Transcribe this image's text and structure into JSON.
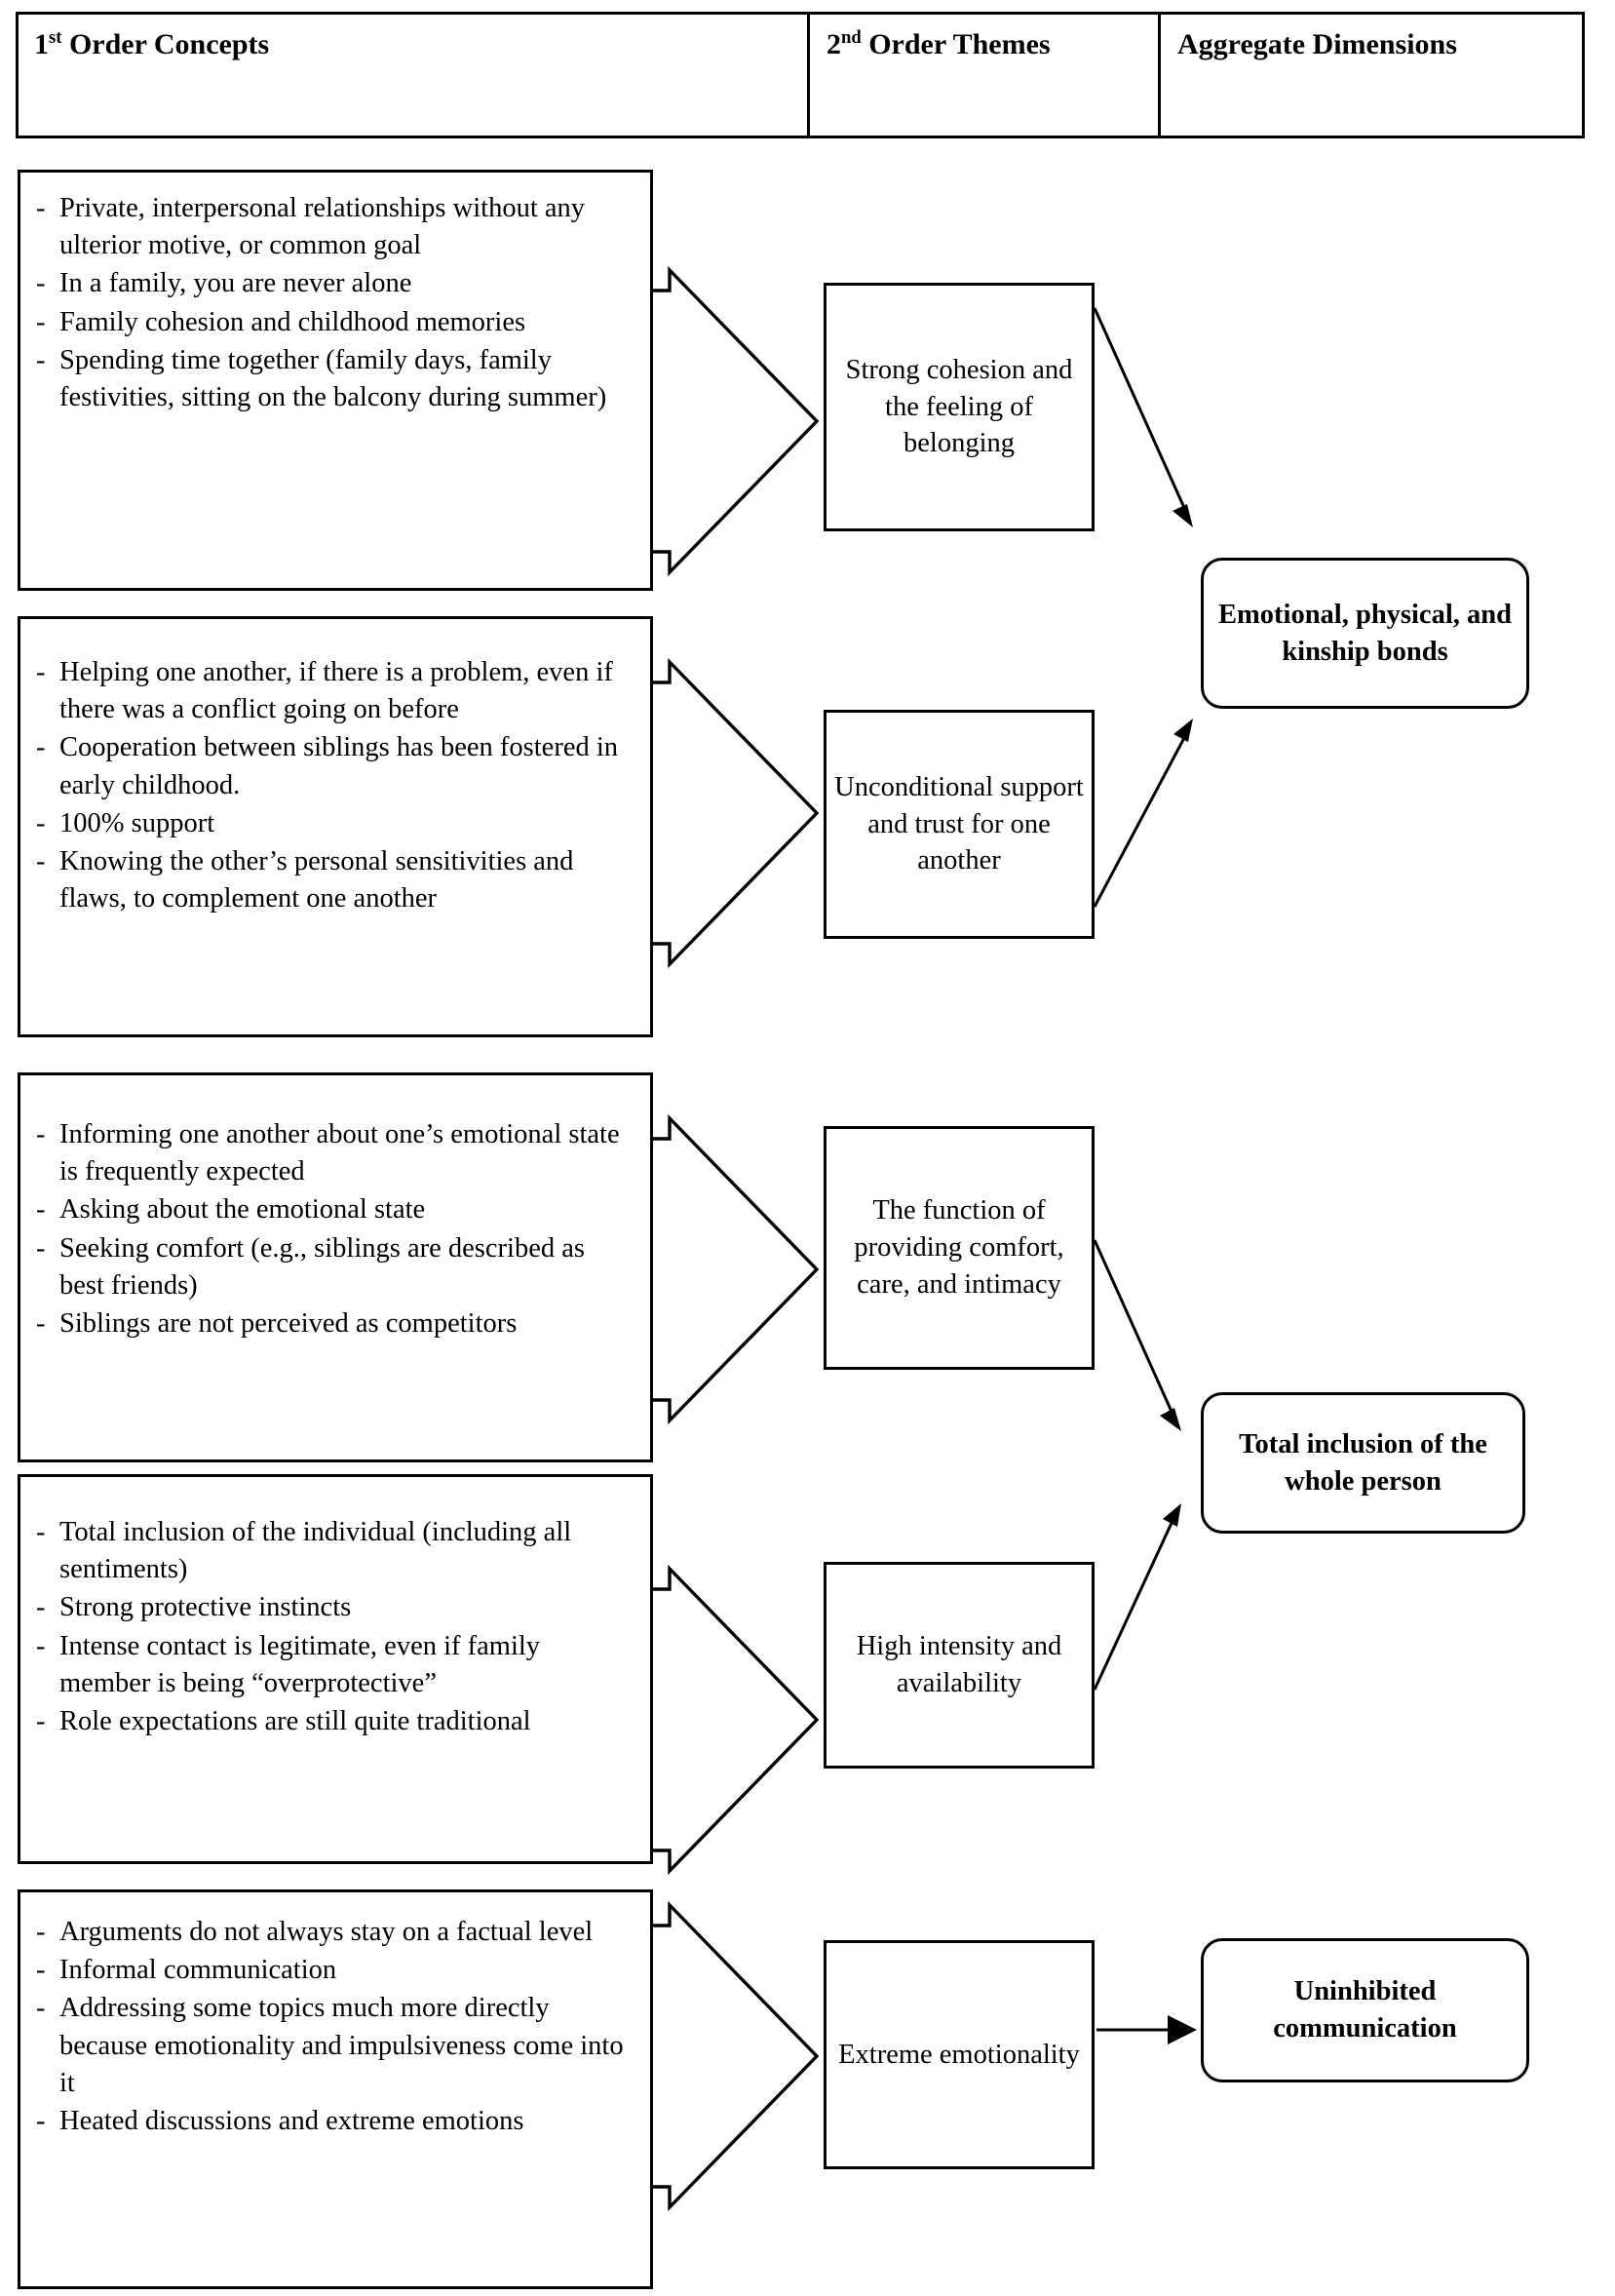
{
  "header": {
    "columns": [
      {
        "label_pre": "1",
        "label_sup": "st",
        "label_post": " Order Concepts"
      },
      {
        "label_pre": "2",
        "label_sup": "nd",
        "label_post": " Order Themes"
      },
      {
        "label_plain": "Aggregate Dimensions"
      }
    ]
  },
  "first_order_concepts": [
    {
      "id": "concepts-1",
      "items": [
        "Private, interpersonal relationships without any ulterior motive, or common goal",
        "In a family, you are never alone",
        "Family cohesion and childhood memories",
        "Spending time together (family days, family festivities, sitting on the balcony during summer)"
      ]
    },
    {
      "id": "concepts-2",
      "items": [
        "Helping one another, if there is a problem, even if there was a conflict going on before",
        "Cooperation between siblings has been fostered in early childhood.",
        "100% support",
        "Knowing the other’s personal sensitivities and flaws, to complement one another"
      ]
    },
    {
      "id": "concepts-3",
      "items": [
        "Informing one another about one’s emotional state is frequently expected",
        "Asking about the emotional state",
        "Seeking comfort (e.g., siblings are described as best friends)",
        "Siblings are not perceived as competitors"
      ]
    },
    {
      "id": "concepts-4",
      "items": [
        "Total inclusion of the individual (including all sentiments)",
        "Strong protective instincts",
        "Intense contact is legitimate, even if family member is being “overprotective”",
        "Role expectations are still quite traditional"
      ]
    },
    {
      "id": "concepts-5",
      "items": [
        "Arguments do not always stay on a factual level",
        "Informal communication",
        "Addressing some topics much more directly because emotionality and impulsiveness come into it",
        "Heated discussions and extreme emotions"
      ]
    }
  ],
  "second_order_themes": [
    {
      "id": "theme-1",
      "label": "Strong cohesion and the feeling of belonging"
    },
    {
      "id": "theme-2",
      "label": "Unconditional support and trust for one another"
    },
    {
      "id": "theme-3",
      "label": "The function of providing comfort, care, and intimacy"
    },
    {
      "id": "theme-4",
      "label": "High intensity and availability"
    },
    {
      "id": "theme-5",
      "label": "Extreme emotionality"
    }
  ],
  "aggregate_dimensions": [
    {
      "id": "aggregate-1",
      "label": "Emotional, physical, and kinship bonds"
    },
    {
      "id": "aggregate-2",
      "label": "Total inclusion of the whole person"
    },
    {
      "id": "aggregate-3",
      "label": "Uninhibited communication"
    }
  ],
  "colors": {
    "stroke": "#000000",
    "background": "#ffffff"
  }
}
